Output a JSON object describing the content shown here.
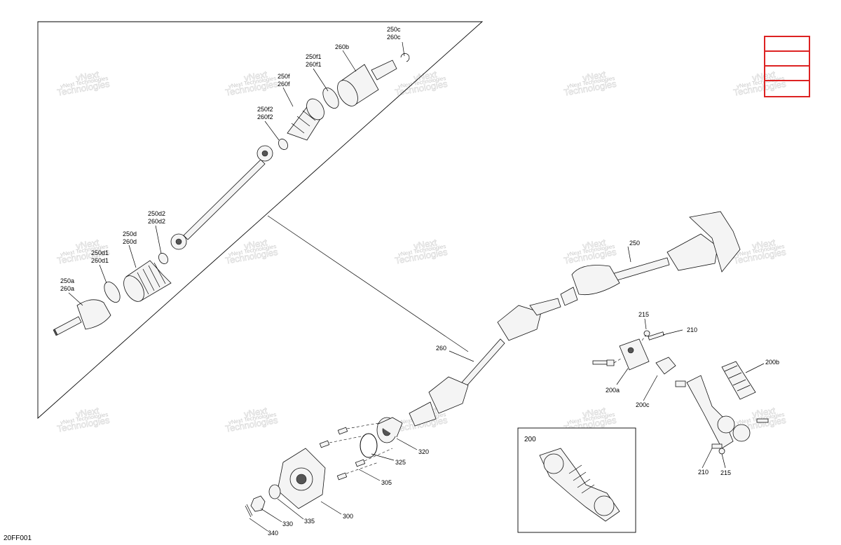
{
  "figure_ref": "20FF001",
  "watermark": {
    "line1": "vNext",
    "line2": "Technologies",
    "small": "vNext Technologies"
  },
  "inset_label": "200",
  "callouts": {
    "c250c": [
      "250c",
      "260c"
    ],
    "c260b": "260b",
    "c250f1": [
      "250f1",
      "260f1"
    ],
    "c250f": [
      "250f",
      "260f"
    ],
    "c250f2": [
      "250f2",
      "260f2"
    ],
    "c250d2": [
      "250d2",
      "260d2"
    ],
    "c250d": [
      "250d",
      "260d"
    ],
    "c250d1": [
      "250d1",
      "260d1"
    ],
    "c250a": [
      "250a",
      "260a"
    ],
    "c250": "250",
    "c260": "260",
    "c215a": "215",
    "c210a": "210",
    "c200b": "200b",
    "c200a": "200a",
    "c200c": "200c",
    "c210b": "210",
    "c215b": "215",
    "c320": "320",
    "c325": "325",
    "c305": "305",
    "c300": "300",
    "c335": "335",
    "c330": "330",
    "c340": "340"
  },
  "legend_rows": 4,
  "colors": {
    "legend_border": "#d22222"
  }
}
